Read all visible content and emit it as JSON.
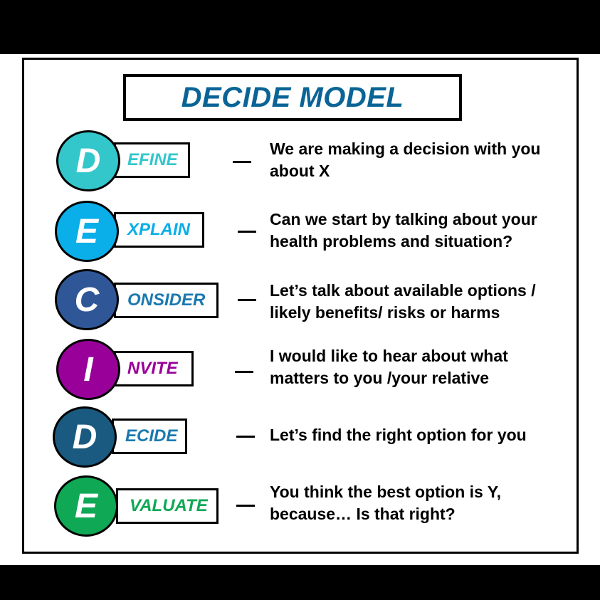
{
  "title": "DECIDE MODEL",
  "colors": {
    "title": "#0a6496",
    "define": "#33c7cc",
    "explain": "#0aaee8",
    "consider": "#2f5797",
    "invite": "#990099",
    "decide": "#1a5a80",
    "evaluate": "#0fa855"
  },
  "steps": [
    {
      "letter": "D",
      "rest": "EFINE",
      "line1": "We are making a decision with you",
      "line2": "about X"
    },
    {
      "letter": "E",
      "rest": "XPLAIN",
      "line1": "Can we start by talking about your",
      "line2": "health problems and situation?"
    },
    {
      "letter": "C",
      "rest": "ONSIDER",
      "line1": "Let’s talk about available options /",
      "line2": "likely benefits/ risks or harms"
    },
    {
      "letter": "I",
      "rest": "NVITE",
      "line1": "I would like to hear about what",
      "line2": "matters to you /your relative"
    },
    {
      "letter": "D",
      "rest": "ECIDE",
      "line1": "Let’s find the right option for you",
      "line2": ""
    },
    {
      "letter": "E",
      "rest": "VALUATE",
      "line1": "You think the best option is Y,",
      "line2": "because… Is that right?"
    }
  ]
}
